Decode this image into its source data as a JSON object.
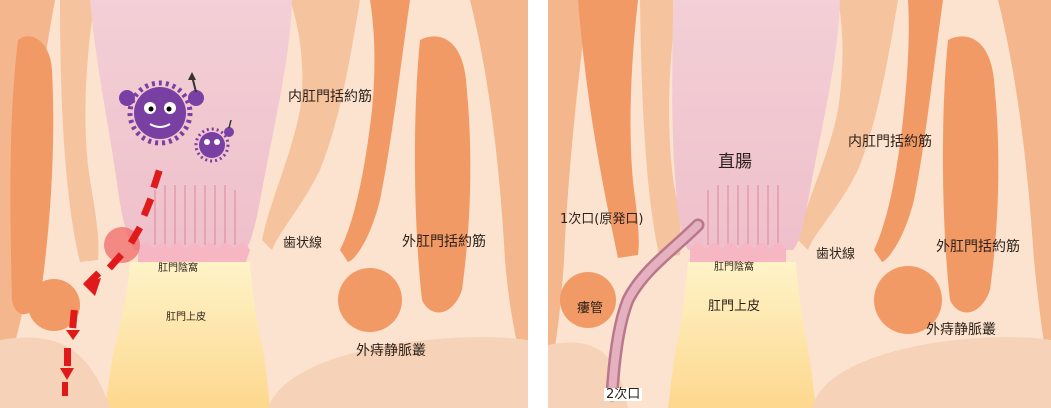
{
  "left_panel": {
    "labels": {
      "internal_sphincter": "内肛門括約筋",
      "dentate_line": "歯状線",
      "external_sphincter": "外肛門括約筋",
      "anal_crypt": "肛門陰窩",
      "anal_epithelium": "肛門上皮",
      "external_hemorrhoidal_plexus": "外痔静脈叢"
    },
    "icons": [
      "bacteria-icon",
      "infection-spread-arrow"
    ]
  },
  "right_panel": {
    "labels": {
      "rectum": "直腸",
      "internal_sphincter": "内肛門括約筋",
      "primary_opening": "1次口(原発口)",
      "dentate_line": "歯状線",
      "external_sphincter": "外肛門括約筋",
      "anal_crypt": "肛門陰窩",
      "fistula_tract": "瘻管",
      "anal_epithelium": "肛門上皮",
      "external_hemorrhoidal_plexus": "外痔静脈叢",
      "secondary_opening": "2次口"
    }
  },
  "colors": {
    "skin": "#fbe3cf",
    "muscle": "#f2a67a",
    "muscle_dark": "#e48a5c",
    "mucosa": "#f1c6cf",
    "epithelium": "#fde4a6",
    "bacteria": "#7a3fa3",
    "arrow": "#e01a1a",
    "fistula": "#d99aa8"
  }
}
